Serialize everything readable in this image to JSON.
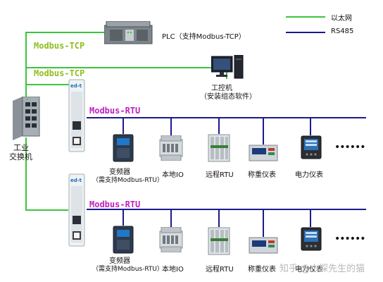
{
  "legend": {
    "ethernet_label": "以太网",
    "rs485_label": "RS485",
    "ethernet_color": "#3cc43c",
    "rs485_color": "#1a1a8c"
  },
  "protocols": {
    "tcp_top": "Modbus-TCP",
    "tcp_second": "Modbus-TCP",
    "rtu_top": "Modbus-RTU",
    "rtu_bottom": "Modbus-RTU"
  },
  "nodes": {
    "plc": "PLC（支持Modbus-TCP）",
    "ipc_title": "工控机",
    "ipc_subtitle": "（安装组态软件）",
    "switch_line1": "工业",
    "switch_line2": "交换机",
    "gateway_logo": "ed-t"
  },
  "rows": [
    {
      "devices": [
        {
          "name": "变频器",
          "note": "（需支持Modbus-RTU）",
          "icon": "inverter-icon"
        },
        {
          "name": "本地IO",
          "icon": "local-io-icon"
        },
        {
          "name": "远程RTU",
          "icon": "remote-rtu-icon"
        },
        {
          "name": "称重仪表",
          "icon": "weighing-meter-icon"
        },
        {
          "name": "电力仪表",
          "icon": "power-meter-icon"
        }
      ],
      "more": "••••••"
    },
    {
      "devices": [
        {
          "name": "变频器",
          "note": "（需支持Modbus-RTU）",
          "icon": "inverter-icon"
        },
        {
          "name": "本地IO",
          "icon": "local-io-icon"
        },
        {
          "name": "远程RTU",
          "icon": "remote-rtu-icon"
        },
        {
          "name": "称重仪表",
          "icon": "weighing-meter-icon"
        },
        {
          "name": "电力仪表",
          "icon": "power-meter-icon"
        }
      ],
      "more": "••••••"
    }
  ],
  "watermark": "知乎 @小探先生的猫"
}
